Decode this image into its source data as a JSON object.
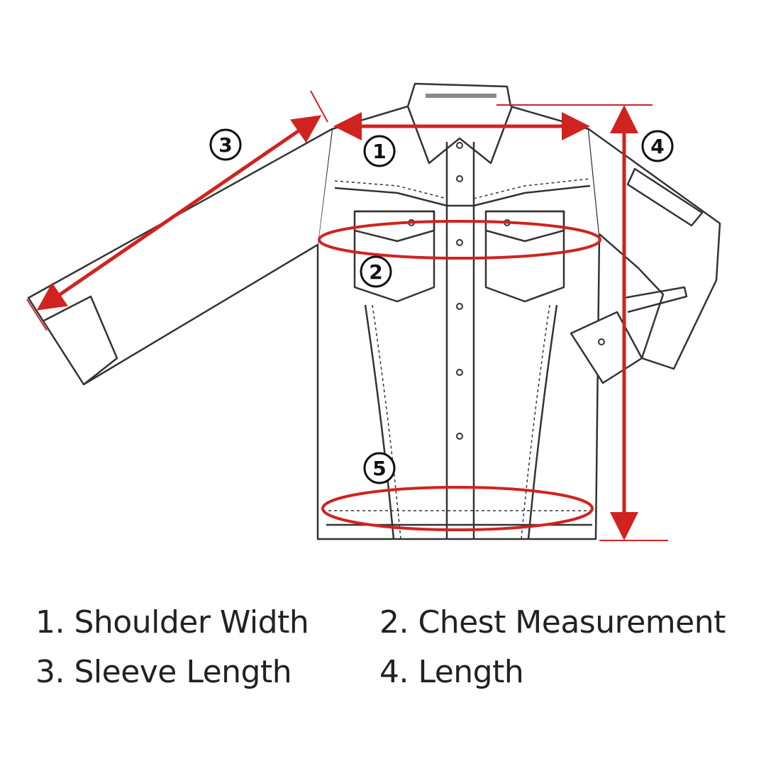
{
  "diagram": {
    "accent_color": "#d0231f",
    "outline_color": "#333333",
    "markers": [
      "1",
      "2",
      "3",
      "4",
      "5"
    ]
  },
  "legend": [
    {
      "label": "1. Shoulder Width"
    },
    {
      "label": "2. Chest Measurement"
    },
    {
      "label": "3. Sleeve Length"
    },
    {
      "label": "4. Length"
    }
  ]
}
